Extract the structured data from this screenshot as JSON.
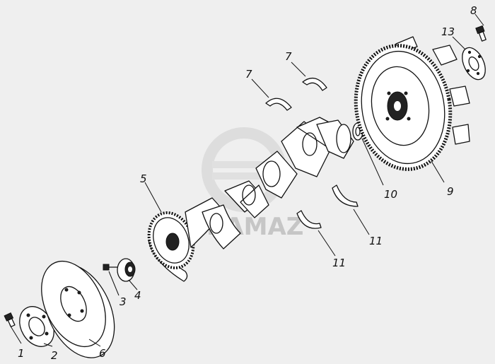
{
  "watermark": {
    "brand": "KAMAZ"
  },
  "callouts": [
    {
      "id": "1",
      "text": "1"
    },
    {
      "id": "2",
      "text": "2"
    },
    {
      "id": "3",
      "text": "3"
    },
    {
      "id": "4",
      "text": "4"
    },
    {
      "id": "5",
      "text": "5"
    },
    {
      "id": "6",
      "text": "6"
    },
    {
      "id": "7a",
      "text": "7"
    },
    {
      "id": "7b",
      "text": "7"
    },
    {
      "id": "8",
      "text": "8"
    },
    {
      "id": "9",
      "text": "9"
    },
    {
      "id": "10",
      "text": "10"
    },
    {
      "id": "11a",
      "text": "11"
    },
    {
      "id": "11b",
      "text": "11"
    },
    {
      "id": "13",
      "text": "13"
    }
  ]
}
